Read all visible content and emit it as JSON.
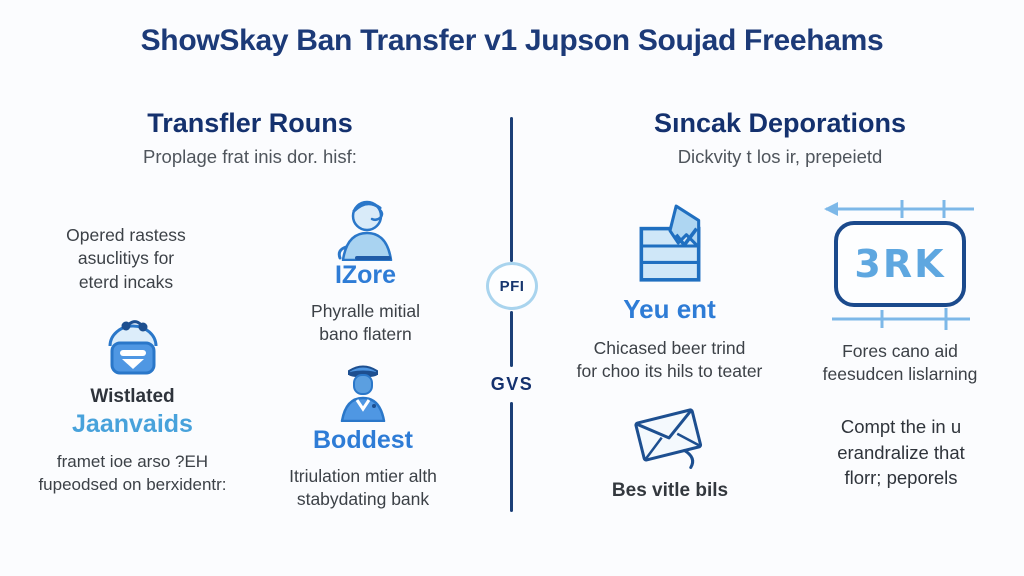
{
  "title": "ShowSkay Ban Transfer v1 Jupson Soujad Freehams",
  "colors": {
    "heading_navy": "#14316e",
    "title_navy": "#1c3a78",
    "accent_blue": "#2e7cd6",
    "light_blue": "#48a2db",
    "body_text": "#3c4147",
    "divider_navy": "#1b3f77",
    "icon_fill_light": "#cfe7f8",
    "icon_stroke": "#2a77c9"
  },
  "divider": {
    "badge": "PFI",
    "label": "GVS"
  },
  "left": {
    "heading": "Transfler Rouns",
    "subheading": "Proplage frat inis dor. hisf:",
    "note_top": {
      "lines": [
        "Opered rastess",
        "asuclitiys for",
        "eterd incaks"
      ]
    },
    "support": {
      "icon": "headset-agent-icon",
      "label": "IZore",
      "lines": [
        "Phyralle mitial",
        "bano flatern"
      ]
    },
    "phone": {
      "icon": "telephone-icon",
      "title": "Wistlated",
      "label": "Jaanvaids",
      "lines": [
        "framet ioe arso ?EH",
        "fupeodsed on berxidentr:"
      ]
    },
    "officer": {
      "icon": "officer-icon",
      "label": "Boddest",
      "lines": [
        "Itriulation mtier alth",
        "stabydating bank"
      ]
    }
  },
  "right": {
    "heading": "Sıncak Deporations",
    "subheading": "Dickvity t los ir, prepeietd",
    "document": {
      "icon": "document-check-icon",
      "label": "Yeu ent",
      "lines": [
        "Chicased beer trind",
        "for choo its hils to teater"
      ]
    },
    "dimension": {
      "icon": "measurement-box-icon",
      "box_text": "3RK",
      "lines": [
        "Fores cano aid",
        "feesudcen lislarning"
      ]
    },
    "envelope": {
      "icon": "envelope-icon",
      "label": "Bes vitle bils"
    },
    "note_bottom": {
      "lines": [
        "Compt the in u",
        "erandralize that",
        "florr; peporels"
      ]
    }
  }
}
